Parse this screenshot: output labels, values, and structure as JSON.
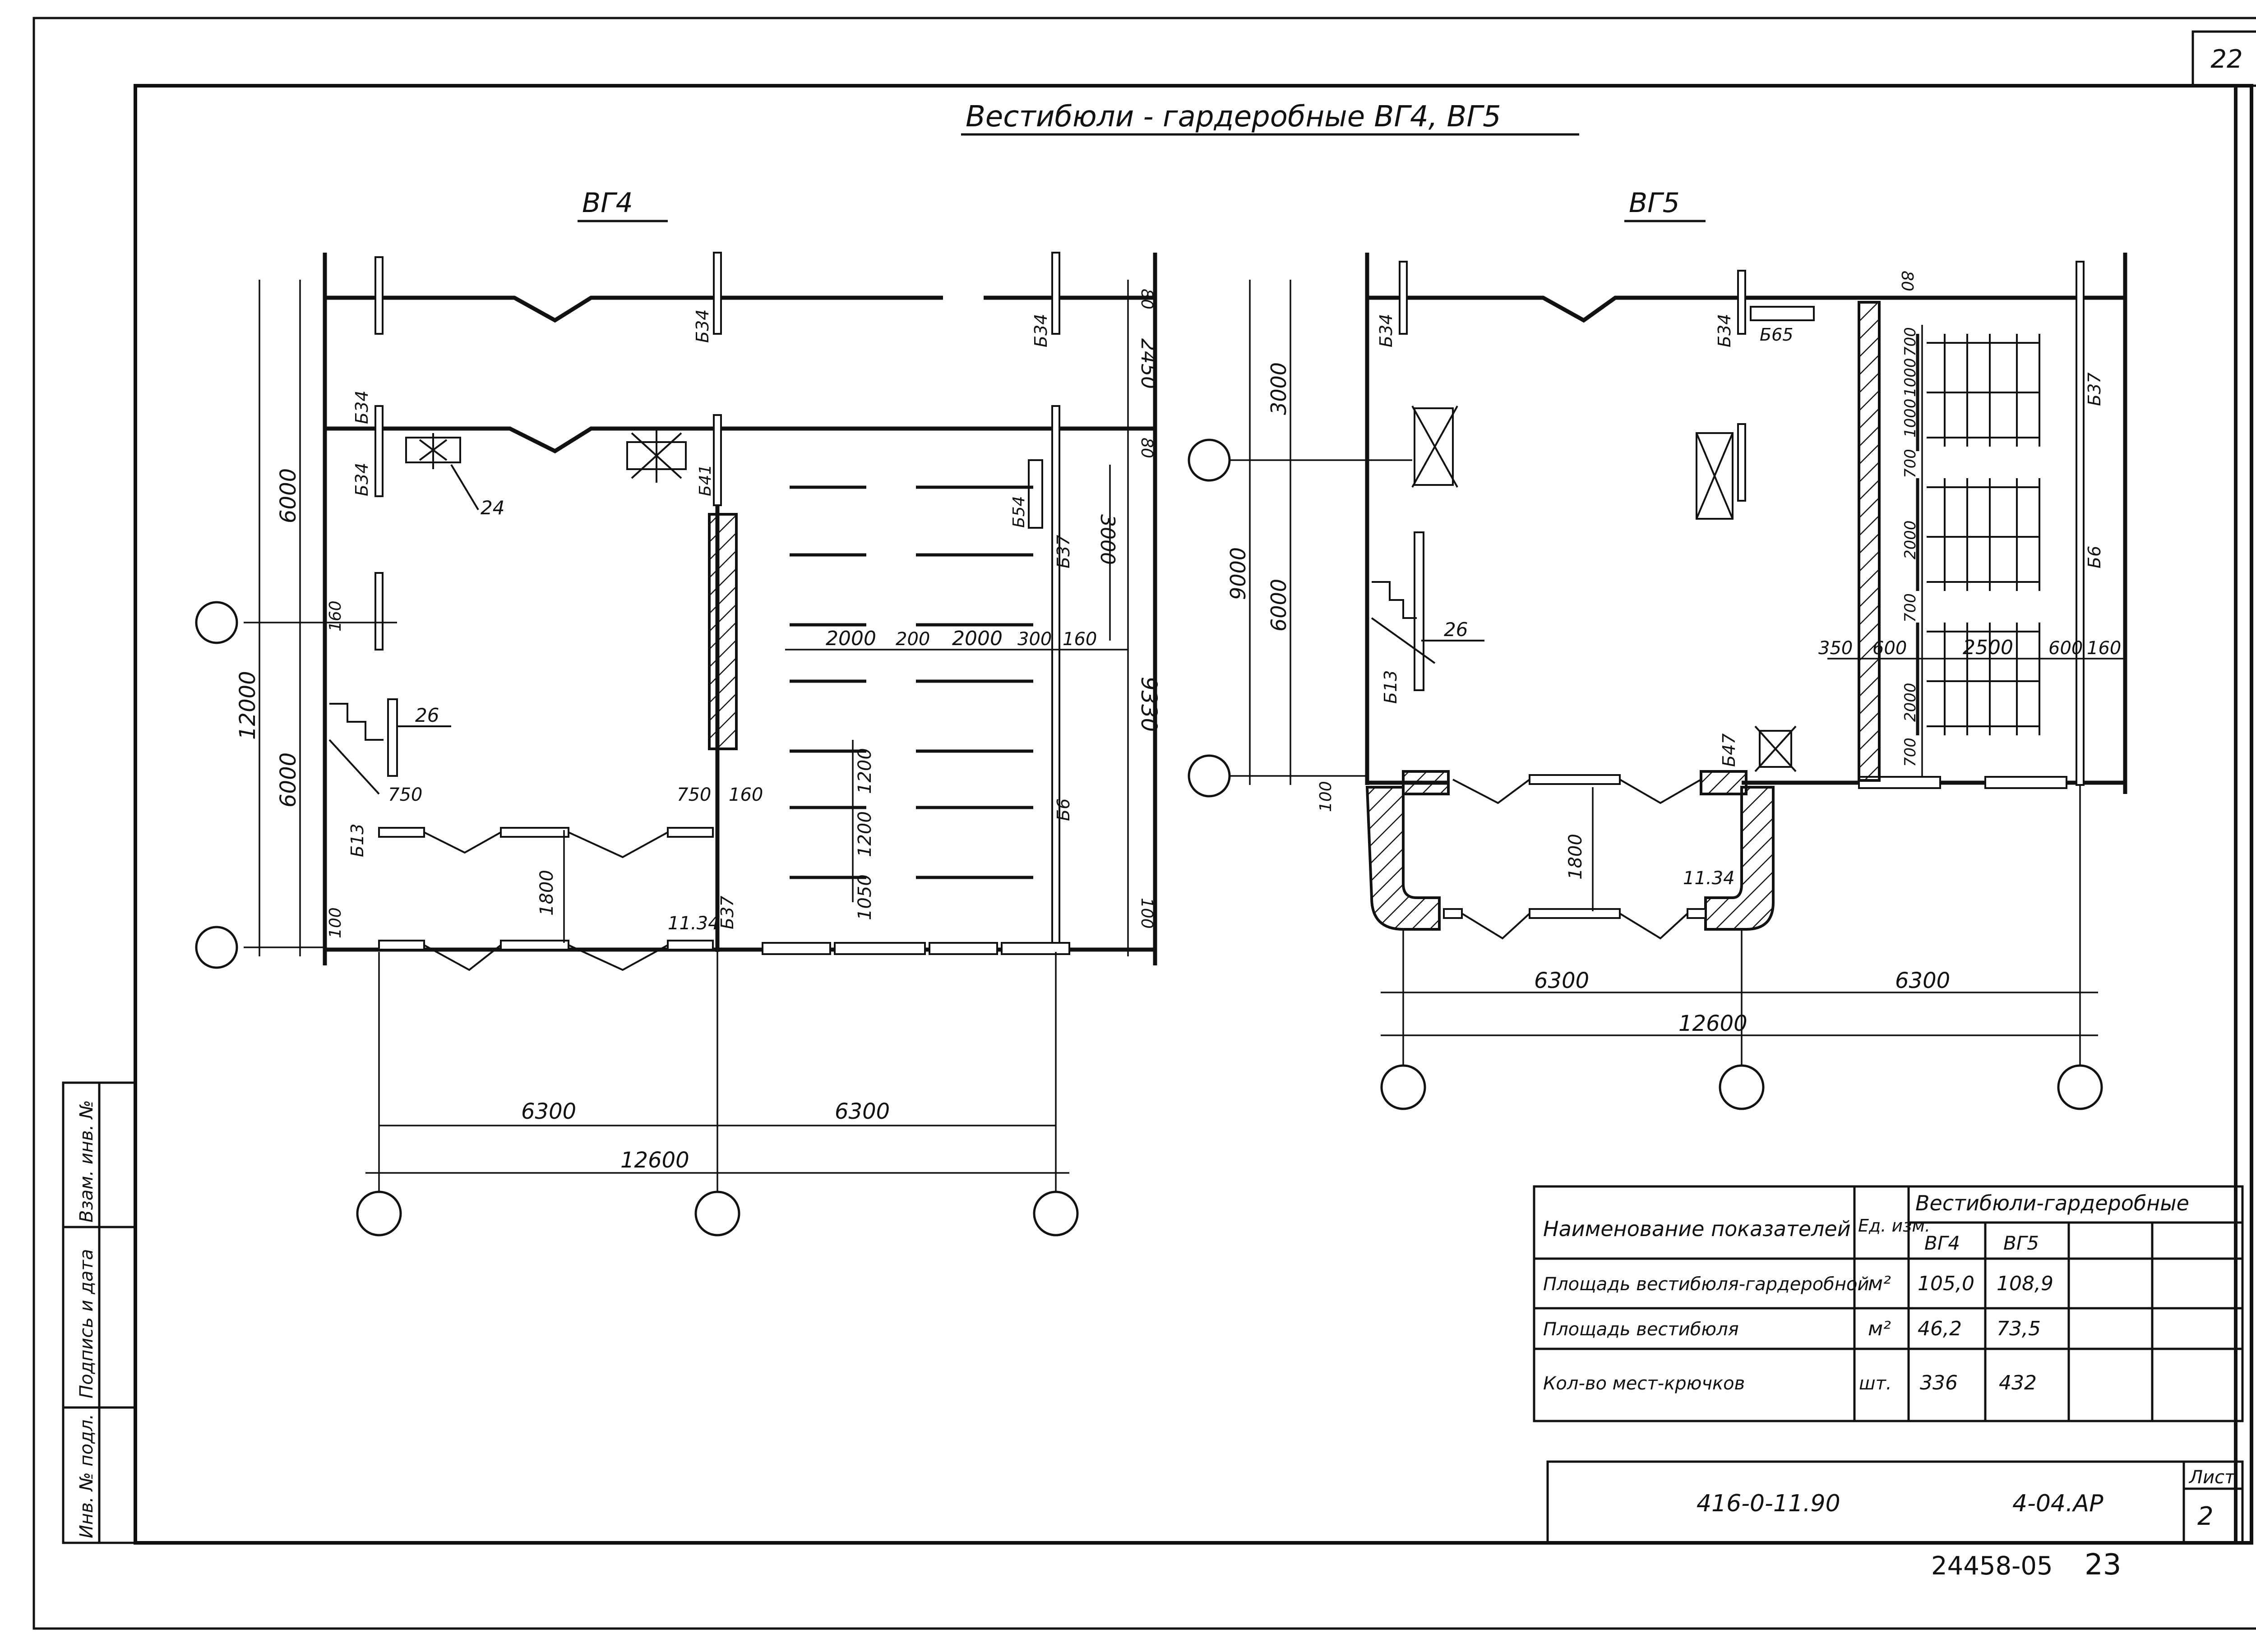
{
  "sheet_corner_number": "22",
  "title": "Вестибюли - гардеробные ВГ4, ВГ5",
  "plans": {
    "vg4": {
      "title": "ВГ4",
      "dims": {
        "bottom_left": "6300",
        "bottom_right": "6300",
        "bottom_total": "12600",
        "left_total": "12000",
        "left_top": "6000",
        "left_bottom": "6000",
        "left_160": "160",
        "left_100": "100",
        "right_80a": "80",
        "right_2450": "2450",
        "right_80b": "80",
        "right_3000": "3000",
        "right_9330": "9330",
        "right_100": "100",
        "row_2000a": "2000",
        "row_200": "200",
        "row_2000b": "2000",
        "row_300": "300",
        "row_160": "160",
        "v_1200a": "1200",
        "v_1200b": "1200",
        "v_1050": "1050",
        "vest_750a": "750",
        "vest_750b": "750",
        "vest_160": "160",
        "vest_1800": "1800"
      },
      "marks": {
        "b34_top1": "Б34",
        "b34_top2": "Б34",
        "b34_left1": "Б34",
        "b34_left2": "Б34",
        "b41": "Б41",
        "b54": "Б54",
        "b37": "Б37",
        "b6": "Б6",
        "b13": "Б13",
        "b37_bottom": "Б37",
        "m24": "24",
        "m26": "26",
        "m1134": "11.34"
      }
    },
    "vg5": {
      "title": "ВГ5",
      "dims": {
        "bottom_left": "6300",
        "bottom_right": "6300",
        "bottom_total": "12600",
        "left_3000": "3000",
        "left_9000": "9000",
        "left_6000": "6000",
        "left_100": "100",
        "top_80": "80",
        "row_350": "350",
        "row_600a": "600",
        "row_2500": "2500",
        "row_600b": "600",
        "row_160": "160",
        "col_700a": "700",
        "col_1000a": "1000",
        "col_1000b": "1000",
        "col_700b": "700",
        "col_2000a": "2000",
        "col_700c": "700",
        "col_2000b": "2000",
        "col_700d": "700",
        "vest_1800": "1800"
      },
      "marks": {
        "b34a": "Б34",
        "b34b": "Б34",
        "b65": "Б65",
        "b37": "Б37",
        "b6": "Б6",
        "b13": "Б13",
        "b47": "Б47",
        "m26": "26",
        "m1134": "11.34"
      }
    }
  },
  "table": {
    "headers": {
      "name": "Наименование показателей",
      "unit": "Ед. изм.",
      "group": "Вестибюли-гардеробные",
      "col1": "ВГ4",
      "col2": "ВГ5"
    },
    "rows": [
      {
        "name": "Площадь вестибюля-гардеробной",
        "unit": "м²",
        "vg4": "105,0",
        "vg5": "108,9"
      },
      {
        "name": "Площадь вестибюля",
        "unit": "м²",
        "vg4": "46,2",
        "vg5": "73,5"
      },
      {
        "name": "Кол-во мест-крючков",
        "unit": "шт.",
        "vg4": "336",
        "vg5": "432"
      }
    ]
  },
  "stamp": {
    "project": "416-0-11.90",
    "code": "4-04.АР",
    "sheet_label": "Лист",
    "sheet_number": "2"
  },
  "side_stamp": {
    "inv_orig": "Инв. № подл.",
    "sign_date": "Подпись и дата",
    "inv_repl": "Взам. инв. №"
  },
  "archive_number": "24458-05",
  "archive_suffix": "23"
}
